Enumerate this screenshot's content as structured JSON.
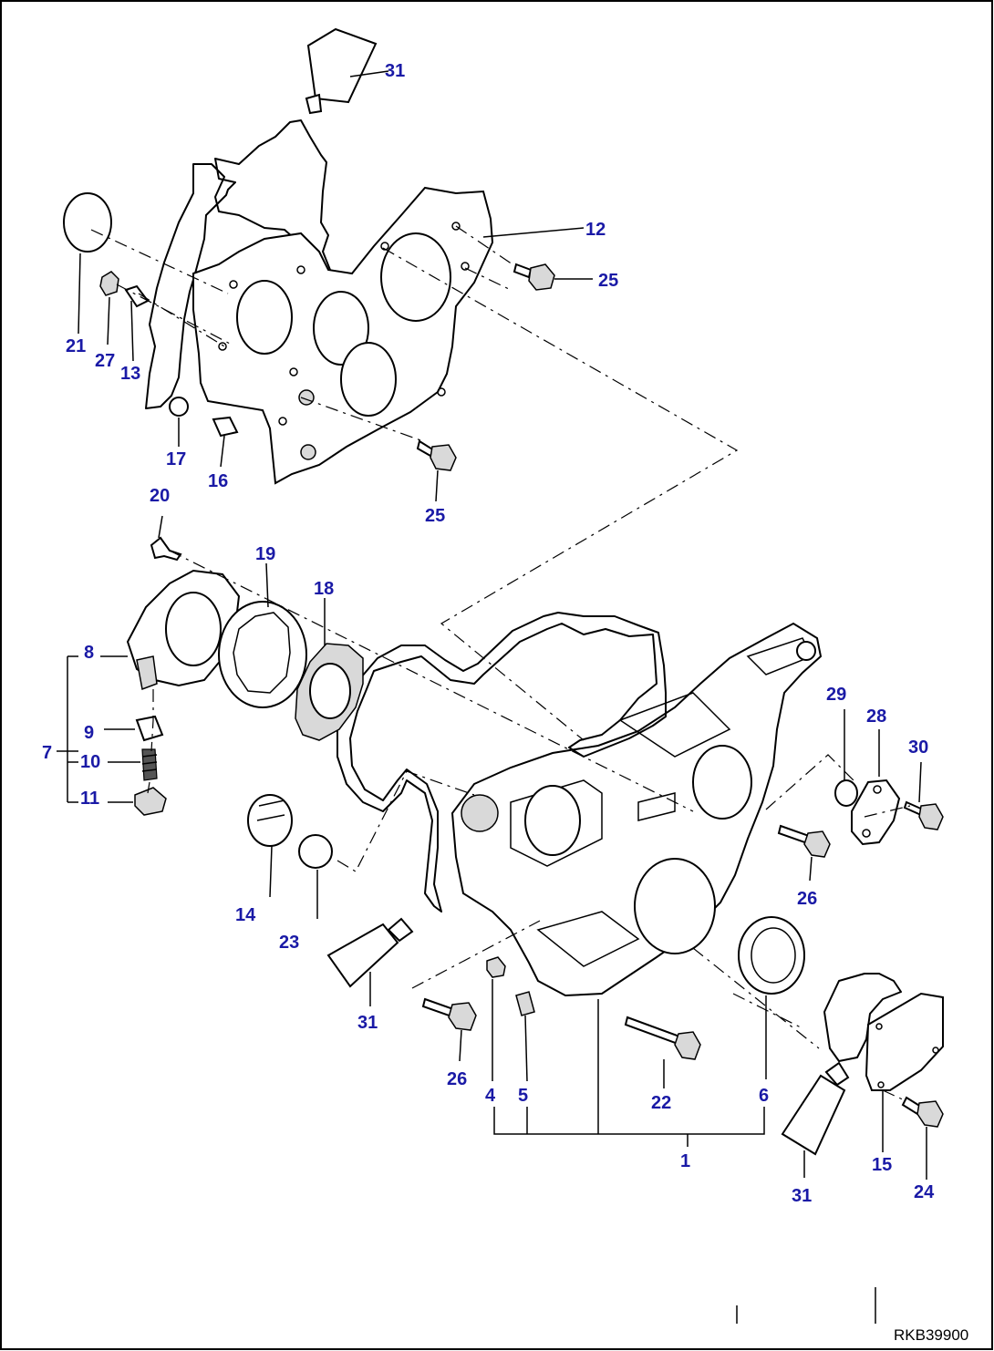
{
  "drawing_code": "RKB39900",
  "callouts": [
    {
      "id": "c31a",
      "label": "31"
    },
    {
      "id": "c12",
      "label": "12"
    },
    {
      "id": "c25a",
      "label": "25"
    },
    {
      "id": "c21",
      "label": "21"
    },
    {
      "id": "c27",
      "label": "27"
    },
    {
      "id": "c13",
      "label": "13"
    },
    {
      "id": "c17",
      "label": "17"
    },
    {
      "id": "c16",
      "label": "16"
    },
    {
      "id": "c25b",
      "label": "25"
    },
    {
      "id": "c20",
      "label": "20"
    },
    {
      "id": "c19",
      "label": "19"
    },
    {
      "id": "c18",
      "label": "18"
    },
    {
      "id": "c8",
      "label": "8"
    },
    {
      "id": "c7",
      "label": "7"
    },
    {
      "id": "c9",
      "label": "9"
    },
    {
      "id": "c10",
      "label": "10"
    },
    {
      "id": "c11",
      "label": "11"
    },
    {
      "id": "c29",
      "label": "29"
    },
    {
      "id": "c28",
      "label": "28"
    },
    {
      "id": "c30",
      "label": "30"
    },
    {
      "id": "c26a",
      "label": "26"
    },
    {
      "id": "c14",
      "label": "14"
    },
    {
      "id": "c23",
      "label": "23"
    },
    {
      "id": "c31b",
      "label": "31"
    },
    {
      "id": "c26b",
      "label": "26"
    },
    {
      "id": "c4",
      "label": "4"
    },
    {
      "id": "c5",
      "label": "5"
    },
    {
      "id": "c22",
      "label": "22"
    },
    {
      "id": "c6",
      "label": "6"
    },
    {
      "id": "c1",
      "label": "1"
    },
    {
      "id": "c31c",
      "label": "31"
    },
    {
      "id": "c15",
      "label": "15"
    },
    {
      "id": "c24",
      "label": "24"
    }
  ]
}
